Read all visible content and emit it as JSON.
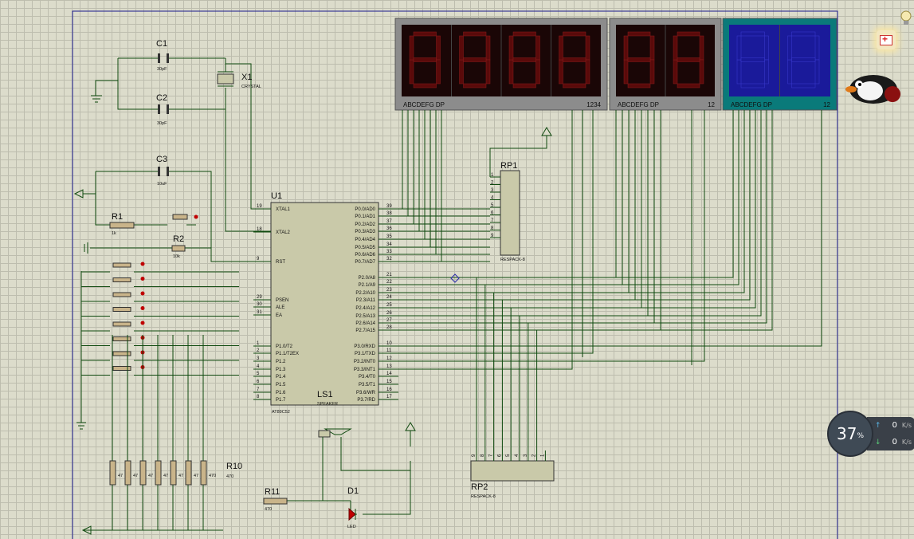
{
  "components": {
    "c1": {
      "ref": "C1",
      "value": "30pF"
    },
    "c2": {
      "ref": "C2",
      "value": "30pF"
    },
    "c3": {
      "ref": "C3",
      "value": "10uF"
    },
    "x1": {
      "ref": "X1",
      "value": "CRYSTAL"
    },
    "r1": {
      "ref": "R1",
      "value": "1k"
    },
    "r2": {
      "ref": "R2",
      "value": "10k"
    },
    "r10": {
      "ref": "R10",
      "value": "470"
    },
    "r11": {
      "ref": "R11",
      "value": "470"
    },
    "d1": {
      "ref": "D1",
      "value": "LED"
    },
    "ls1": {
      "ref": "LS1",
      "value": "SPEAKER"
    },
    "rp1": {
      "ref": "RP1",
      "value": "RESPACK-8"
    },
    "rp2": {
      "ref": "RP2",
      "value": "RESPACK-8"
    },
    "u1": {
      "ref": "U1",
      "value": "AT89C52"
    }
  },
  "mcu_pins_left": [
    {
      "num": "19",
      "name": "XTAL1"
    },
    {
      "num": "18",
      "name": "XTAL2"
    },
    {
      "num": "9",
      "name": "RST"
    },
    {
      "num": "29",
      "name": "PSEN"
    },
    {
      "num": "30",
      "name": "ALE"
    },
    {
      "num": "31",
      "name": "EA"
    },
    {
      "num": "1",
      "name": "P1.0/T2"
    },
    {
      "num": "2",
      "name": "P1.1/T2EX"
    },
    {
      "num": "3",
      "name": "P1.2"
    },
    {
      "num": "4",
      "name": "P1.3"
    },
    {
      "num": "5",
      "name": "P1.4"
    },
    {
      "num": "6",
      "name": "P1.5"
    },
    {
      "num": "7",
      "name": "P1.6"
    },
    {
      "num": "8",
      "name": "P1.7"
    }
  ],
  "mcu_pins_right": [
    {
      "num": "39",
      "name": "P0.0/AD0"
    },
    {
      "num": "38",
      "name": "P0.1/AD1"
    },
    {
      "num": "37",
      "name": "P0.2/AD2"
    },
    {
      "num": "36",
      "name": "P0.3/AD3"
    },
    {
      "num": "35",
      "name": "P0.4/AD4"
    },
    {
      "num": "34",
      "name": "P0.5/AD5"
    },
    {
      "num": "33",
      "name": "P0.6/AD6"
    },
    {
      "num": "32",
      "name": "P0.7/AD7"
    },
    {
      "num": "21",
      "name": "P2.0/A8"
    },
    {
      "num": "22",
      "name": "P2.1/A9"
    },
    {
      "num": "23",
      "name": "P2.2/A10"
    },
    {
      "num": "24",
      "name": "P2.3/A11"
    },
    {
      "num": "25",
      "name": "P2.4/A12"
    },
    {
      "num": "26",
      "name": "P2.5/A13"
    },
    {
      "num": "27",
      "name": "P2.6/A14"
    },
    {
      "num": "28",
      "name": "P2.7/A15"
    },
    {
      "num": "10",
      "name": "P3.0/RXD"
    },
    {
      "num": "11",
      "name": "P3.1/TXD"
    },
    {
      "num": "12",
      "name": "P3.2/INT0"
    },
    {
      "num": "13",
      "name": "P3.3/INT1"
    },
    {
      "num": "14",
      "name": "P3.4/T0"
    },
    {
      "num": "15",
      "name": "P3.5/T1"
    },
    {
      "num": "16",
      "name": "P3.6/WR"
    },
    {
      "num": "17",
      "name": "P3.7/RD"
    }
  ],
  "rp1_pins": [
    "1",
    "2",
    "3",
    "4",
    "5",
    "6",
    "7",
    "8",
    "9"
  ],
  "rp2_pins": [
    "9",
    "8",
    "7",
    "6",
    "5",
    "4",
    "3",
    "2",
    "1"
  ],
  "display1": {
    "segments_label": "ABCDEFG  DP",
    "digits_label": "1234",
    "color": "#5a0a0a",
    "digit_count": 4
  },
  "display2": {
    "segments_label": "ABCDEFG  DP",
    "digits_label": "12",
    "color": "#5a0a0a",
    "digit_count": 2
  },
  "display3": {
    "segments_label": "ABCDEFG  DP",
    "digits_label": "12",
    "color": "#1a1a9a",
    "digit_count": 2
  },
  "resistor_bank_values": [
    "47",
    "47",
    "47",
    "47",
    "47",
    "47",
    "470"
  ],
  "cpu_widget": {
    "percent": "37",
    "unit": "%",
    "upload": "0",
    "download": "0",
    "rate_unit": "K/s"
  },
  "colors": {
    "wire": "#0f4a0f",
    "pin_dot": "#c00000",
    "sheet_border": "#1a1a8c"
  }
}
